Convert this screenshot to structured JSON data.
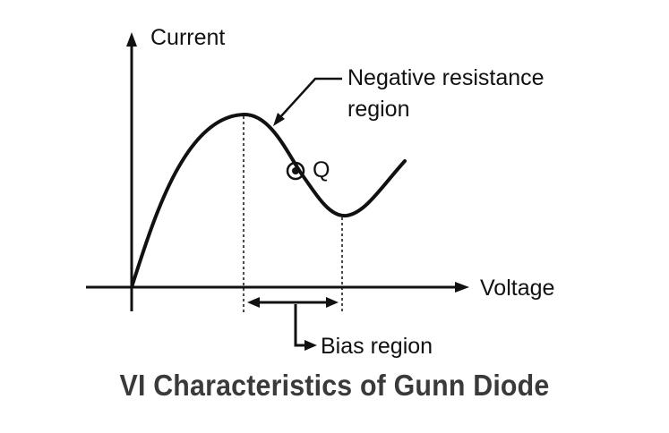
{
  "labels": {
    "y_axis": "Current",
    "x_axis": "Voltage",
    "negative_resistance_line1": "Negative resistance",
    "negative_resistance_line2": "region",
    "operating_point": "Q",
    "bias_region": "Bias region"
  },
  "caption": "VI Characteristics of Gunn Diode",
  "colors": {
    "ink": "#111111",
    "caption": "#3a3a3a",
    "background": "#ffffff"
  }
}
